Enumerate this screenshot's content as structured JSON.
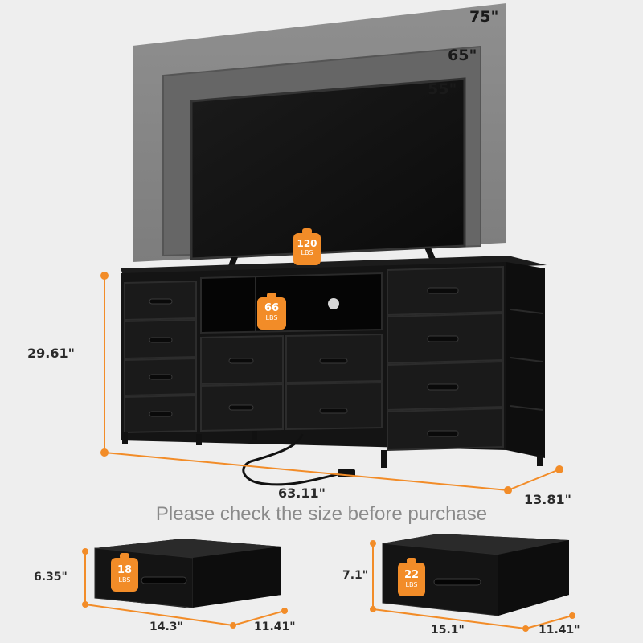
{
  "tv_sizes": [
    "75\"",
    "65\"",
    "55\""
  ],
  "weights": {
    "top": {
      "value": "120",
      "unit": "LBS"
    },
    "shelf": {
      "value": "66",
      "unit": "LBS"
    },
    "small_drawer": {
      "value": "18",
      "unit": "LBS"
    },
    "large_drawer": {
      "value": "22",
      "unit": "LBS"
    }
  },
  "dimensions": {
    "height": "29.61\"",
    "width": "63.11\"",
    "depth": "13.81\"",
    "small_drawer": {
      "height": "6.35\"",
      "width": "14.3\"",
      "depth": "11.41\""
    },
    "large_drawer": {
      "height": "7.1\"",
      "width": "15.1\"",
      "depth": "11.41\""
    }
  },
  "note": "Please check the size before purchase",
  "colors": {
    "accent": "#f28c28",
    "furniture": "#151515",
    "background": "#eeeeee"
  }
}
